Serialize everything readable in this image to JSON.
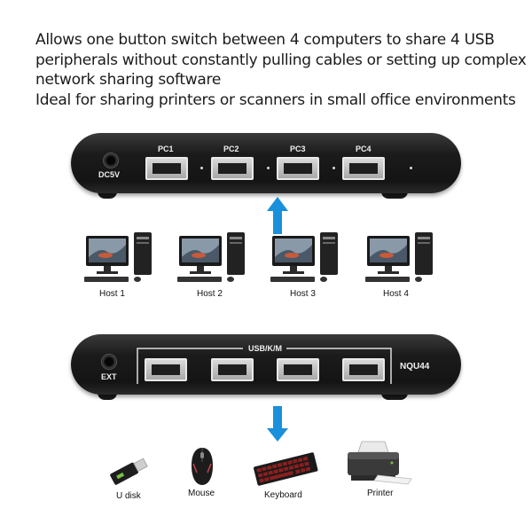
{
  "description": {
    "lines": [
      "Allows one button switch between 4 computers to share 4 USB",
      "peripherals without constantly pulling cables or setting up complex",
      "network sharing software",
      "Ideal for sharing printers or scanners in small office environments"
    ]
  },
  "top_device": {
    "power_label": "DC5V",
    "ports": [
      "PC1",
      "PC2",
      "PC3",
      "PC4"
    ]
  },
  "hosts": [
    "Host 1",
    "Host 2",
    "Host 3",
    "Host 4"
  ],
  "bottom_device": {
    "ext_label": "EXT",
    "group_label": "USB/K/M",
    "model": "NQU44"
  },
  "peripherals": [
    "U disk",
    "Mouse",
    "Keyboard",
    "Printer"
  ],
  "colors": {
    "arrow": "#1a8fdc",
    "device": "#1b1b1b"
  },
  "icons": [
    "arrow-up-icon",
    "arrow-down-icon",
    "computer-icon",
    "usb-drive-icon",
    "mouse-icon",
    "keyboard-icon",
    "printer-icon"
  ]
}
